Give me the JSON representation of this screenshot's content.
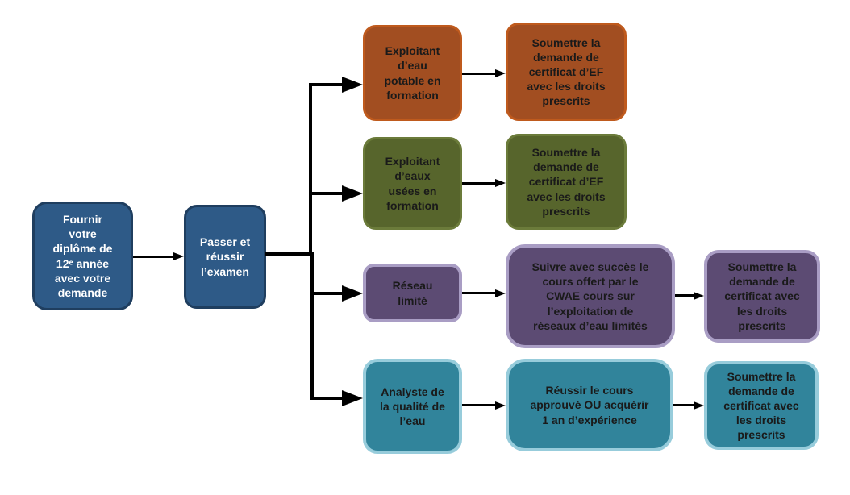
{
  "colors": {
    "background": "#FFFFFF",
    "arrow": "#000000",
    "blue_fill": "#2E5A87",
    "blue_border": "#1F3E5F",
    "blue_text": "#FFFFFF",
    "dark_text": "#1A1A1A"
  },
  "flow": {
    "start": {
      "text": "Fournir\nvotre\ndiplôme de\n12ᵉ année\navec votre\ndemande"
    },
    "exam": {
      "text": "Passer et\nréussir\nl’examen"
    },
    "branches": [
      {
        "name": "exploitant-eau-potable-en-formation",
        "fill": "#A24E21",
        "border": "#BF5A1D",
        "steps": [
          {
            "text": "Exploitant\nd’eau\npotable en\nformation"
          },
          {
            "text": "Soumettre la\ndemande de\ncertificat d’EF\navec les droits\nprescrits"
          }
        ]
      },
      {
        "name": "exploitant-eaux-usees-en-formation",
        "fill": "#57652C",
        "border": "#6B7B3A",
        "steps": [
          {
            "text": "Exploitant\nd’eaux\nusées en\nformation"
          },
          {
            "text": "Soumettre la\ndemande de\ncertificat d’EF\navec les droits\nprescrits"
          }
        ]
      },
      {
        "name": "reseau-limite",
        "fill": "#5C4B73",
        "border": "#A99DC4",
        "steps": [
          {
            "text": "Réseau\nlimité"
          },
          {
            "text": "Suivre avec succès le\ncours offert par le\nCWAE cours sur\nl’exploitation de\nréseaux d’eau limités"
          },
          {
            "text": "Soumettre la\ndemande de\ncertificat avec\nles droits\nprescrits"
          }
        ]
      },
      {
        "name": "analyste-qualite-eau",
        "fill": "#31849B",
        "border": "#97CCDB",
        "steps": [
          {
            "text": "Analyste de\nla qualité de\nl’eau"
          },
          {
            "text": "Réussir le cours\napprouvé OU acquérir\n1 an d’expérience"
          },
          {
            "text": "Soumettre la\ndemande de\ncertificat avec\nles droits\nprescrits"
          }
        ]
      }
    ]
  }
}
